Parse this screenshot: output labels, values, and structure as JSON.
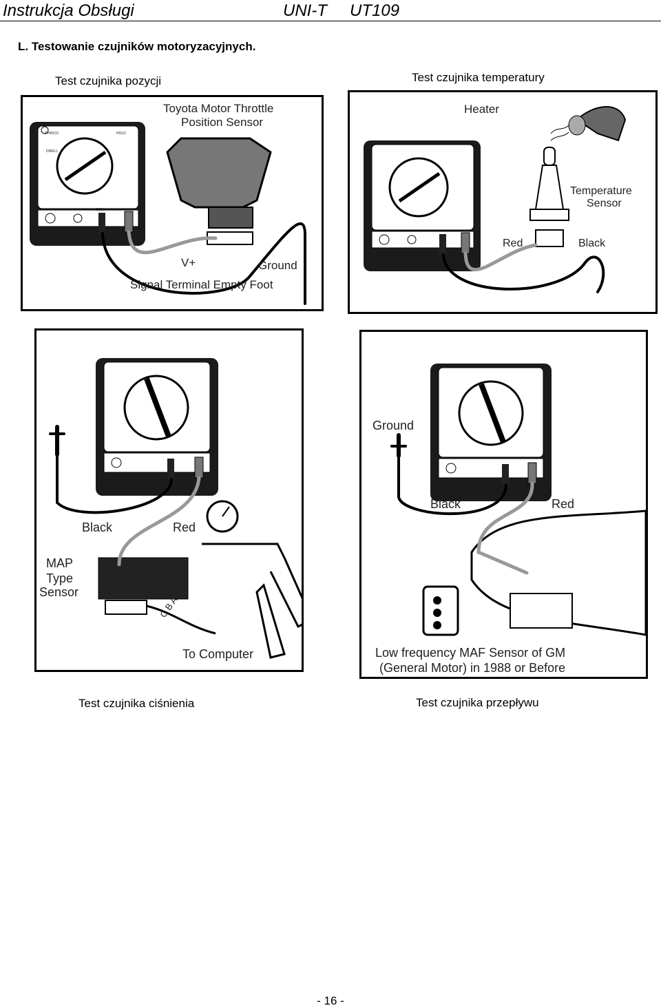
{
  "header": {
    "manual_title": "Instrukcja Obsługi",
    "brand": "UNI-T",
    "model": "UT109"
  },
  "section": {
    "title": "L.  Testowanie czujników motoryzacyjnych."
  },
  "figures": {
    "position": {
      "caption": "Test czujnika pozycji",
      "labels": {
        "title1": "Toyota Motor Throttle",
        "title2": "Position Sensor",
        "vplus": "V+",
        "ground": "Ground",
        "bottom": "Signal Terminal Empty Foot"
      }
    },
    "temperature": {
      "caption": "Test czujnika temperatury",
      "labels": {
        "heater": "Heater",
        "sensor1": "Temperature",
        "sensor2": "Sensor",
        "red": "Red",
        "black": "Black"
      }
    },
    "pressure": {
      "caption": "Test czujnika ciśnienia",
      "labels": {
        "black": "Black",
        "red": "Red",
        "map1": "MAP",
        "map2": "Type",
        "map3": "Sensor",
        "computer": "To Computer",
        "cba": "C B A"
      }
    },
    "flow": {
      "caption": "Test czujnika przepływu",
      "labels": {
        "ground": "Ground",
        "black": "Black",
        "red": "Red",
        "maf1": "Low frequency MAF Sensor of GM",
        "maf2": "(General Motor) in 1988 or Before"
      }
    }
  },
  "multimeter": {
    "brand_label": "RPMX10",
    "hold": "HOLD",
    "dwell": "DWELL",
    "com": "COM"
  },
  "page": {
    "number": "- 16 -"
  }
}
